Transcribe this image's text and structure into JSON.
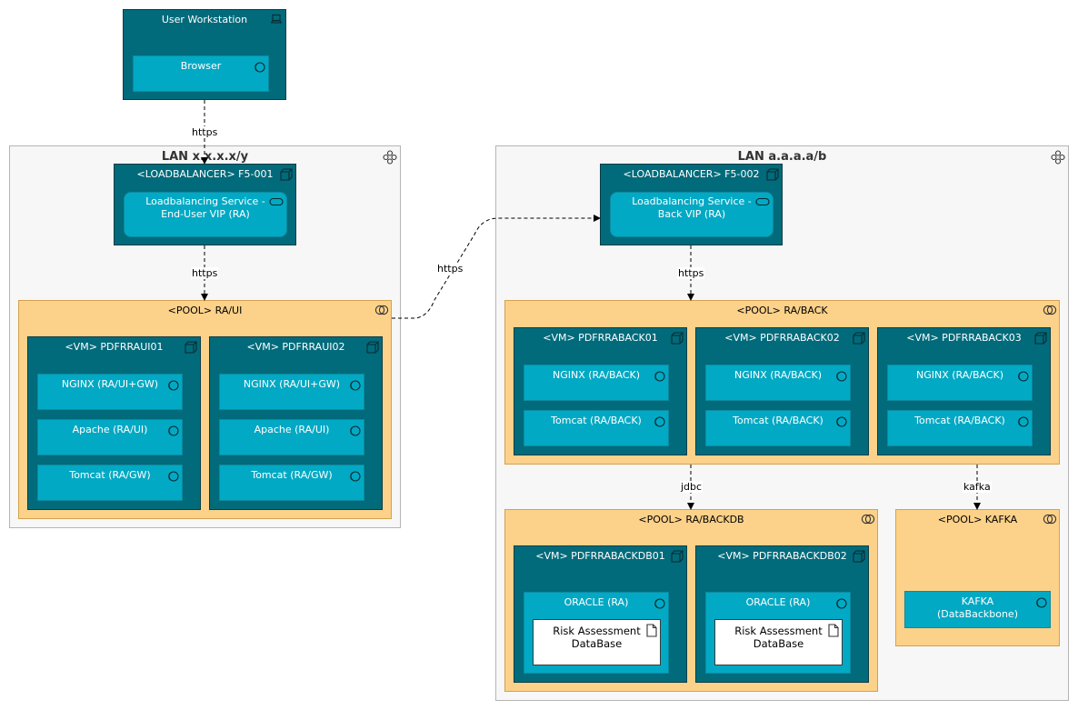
{
  "workstation": {
    "title": "User Workstation",
    "browser": "Browser"
  },
  "lan_left": {
    "title": "LAN x.x.x.x/y"
  },
  "lan_right": {
    "title": "LAN a.a.a.a/b"
  },
  "lb1": {
    "title": "<LOADBALANCER> F5-001",
    "service": "Loadbalancing Service -\nEnd-User VIP (RA)"
  },
  "lb2": {
    "title": "<LOADBALANCER> F5-002",
    "service": "Loadbalancing Service -\nBack VIP (RA)"
  },
  "pool_ui": {
    "title": "<POOL> RA/UI",
    "vms": [
      {
        "title": "<VM> PDFRRAUI01",
        "components": [
          "NGINX (RA/UI+GW)",
          "Apache (RA/UI)",
          "Tomcat (RA/GW)"
        ]
      },
      {
        "title": "<VM> PDFRRAUI02",
        "components": [
          "NGINX (RA/UI+GW)",
          "Apache (RA/UI)",
          "Tomcat (RA/GW)"
        ]
      }
    ]
  },
  "pool_back": {
    "title": "<POOL> RA/BACK",
    "vms": [
      {
        "title": "<VM> PDFRRABACK01",
        "components": [
          "NGINX (RA/BACK)",
          "Tomcat (RA/BACK)"
        ]
      },
      {
        "title": "<VM> PDFRRABACK02",
        "components": [
          "NGINX (RA/BACK)",
          "Tomcat (RA/BACK)"
        ]
      },
      {
        "title": "<VM> PDFRRABACK03",
        "components": [
          "NGINX (RA/BACK)",
          "Tomcat (RA/BACK)"
        ]
      }
    ]
  },
  "pool_backdb": {
    "title": "<POOL> RA/BACKDB",
    "vms": [
      {
        "title": "<VM> PDFRRABACKDB01",
        "component": "ORACLE (RA)",
        "artifact": "Risk Assessment\nDataBase"
      },
      {
        "title": "<VM> PDFRRABACKDB02",
        "component": "ORACLE (RA)",
        "artifact": "Risk Assessment\nDataBase"
      }
    ]
  },
  "pool_kafka": {
    "title": "<POOL> KAFKA",
    "component": "KAFKA\n(DataBackbone)"
  },
  "connections": {
    "browser_to_lb1": "https",
    "lb1_to_pool_ui": "https",
    "pool_ui_to_lb2": "https",
    "lb2_to_pool_back": "https",
    "back_to_backdb": "jdbc",
    "back_to_kafka": "kafka"
  },
  "colors": {
    "node_dark": "#016b7b",
    "component": "#02a9c4",
    "pool": "#fcd189",
    "lan": "#f7f7f7"
  },
  "icons": [
    "laptop-icon",
    "network-icon",
    "node-cube-icon",
    "service-pill-icon",
    "pool-rings-icon",
    "component-circles-icon",
    "document-icon"
  ]
}
